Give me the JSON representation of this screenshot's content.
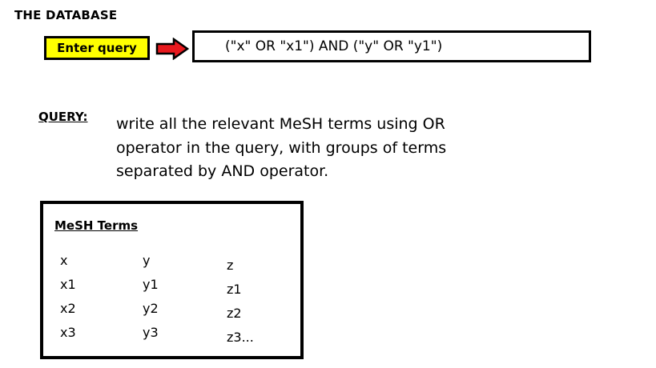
{
  "header": {
    "title": "THE DATABASE"
  },
  "search": {
    "button_label": "Enter query",
    "query_value": "(\"x\" OR \"x1\") AND (\"y\" OR \"y1\")"
  },
  "instructions": {
    "label": "QUERY:",
    "lines": [
      "write all the relevant MeSH terms using OR",
      "operator in the query, with groups of terms",
      "separated by AND operator."
    ]
  },
  "mesh": {
    "title": "MeSH Terms",
    "columns": [
      [
        "x",
        "x1",
        "x2",
        "x3"
      ],
      [
        "y",
        "y1",
        "y2",
        "y3"
      ],
      [
        "z",
        "z1",
        "z2",
        "z3..."
      ]
    ]
  },
  "colors": {
    "button_bg": "#ffff00",
    "arrow_fill": "#e8191e",
    "border": "#000000"
  },
  "icons": {
    "arrow": "arrow-right-icon"
  }
}
